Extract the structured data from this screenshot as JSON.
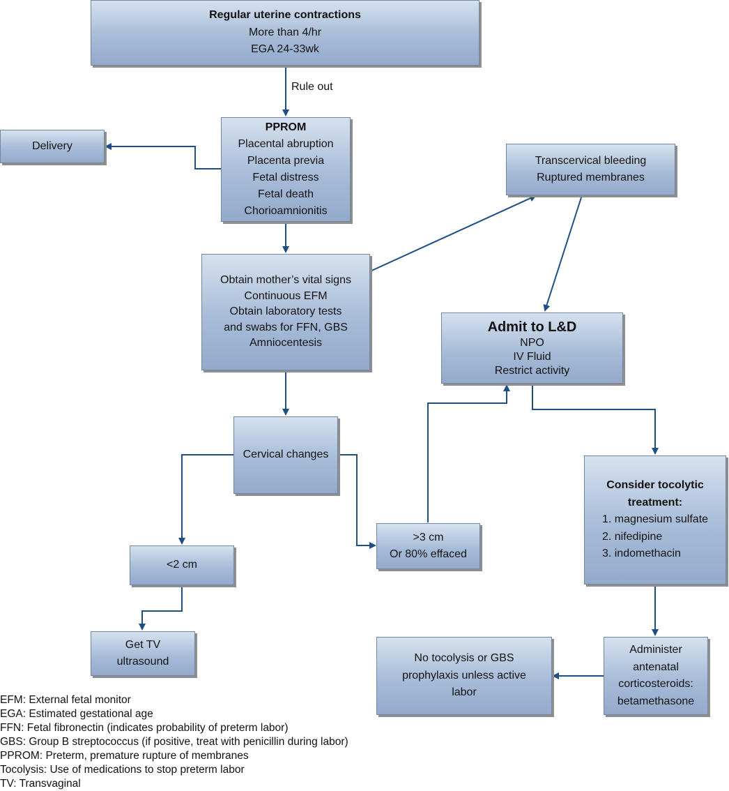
{
  "nodes": {
    "contractions": {
      "title": "Regular uterine contractions",
      "lines": [
        "More than 4/hr",
        "EGA 24-33wk"
      ]
    },
    "pprom": {
      "title": "PPROM",
      "lines": [
        "Placental abruption",
        "Placenta previa",
        "Fetal distress",
        "Fetal death",
        "Chorioamnionitis"
      ]
    },
    "delivery": {
      "lines": [
        "Delivery"
      ]
    },
    "bleeding": {
      "lines": [
        "Transcervical bleeding",
        "Ruptured membranes"
      ]
    },
    "vitals": {
      "lines": [
        "Obtain mother’s vital signs",
        "Continuous EFM",
        "Obtain laboratory tests",
        "and swabs for FFN, GBS",
        "Amniocentesis"
      ]
    },
    "admit": {
      "title": "Admit to L&D",
      "lines": [
        "NPO",
        "IV Fluid",
        "Restrict activity"
      ]
    },
    "cervical": {
      "lines": [
        "Cervical changes"
      ]
    },
    "gt3cm": {
      "lines": [
        ">3 cm",
        "Or 80% effaced"
      ]
    },
    "lt2cm": {
      "lines": [
        "<2 cm"
      ]
    },
    "tvus": {
      "lines": [
        "Get TV",
        "ultrasound"
      ]
    },
    "tocolytic": {
      "title_lines": [
        "Consider tocolytic",
        "treatment:"
      ],
      "items": [
        "1. magnesium sulfate",
        "2. nifedipine",
        "3. indomethacin"
      ]
    },
    "steroids": {
      "lines": [
        "Administer",
        "antenatal",
        "corticosteroids:",
        "betamethasone"
      ]
    },
    "no_tocolysis": {
      "lines": [
        "No tocolysis or GBS",
        "prophylaxis unless active",
        "labor"
      ]
    }
  },
  "edge_labels": {
    "rule_out": "Rule out"
  },
  "legend": [
    "EFM: External fetal monitor",
    "EGA: Estimated gestational age",
    "FFN: Fetal fibronectin (indicates probability of preterm labor)",
    "GBS: Group B streptococcus (if positive, treat with penicillin during labor)",
    "PPROM: Preterm, premature rupture of membranes",
    "Tocolysis: Use of medications to stop preterm labor",
    "TV: Transvaginal"
  ],
  "colors": {
    "arrow": "#1f4e85",
    "box_fill_top": "#d6e1ef",
    "box_fill_bottom": "#93aacb",
    "box_border": "#6f86a6"
  }
}
